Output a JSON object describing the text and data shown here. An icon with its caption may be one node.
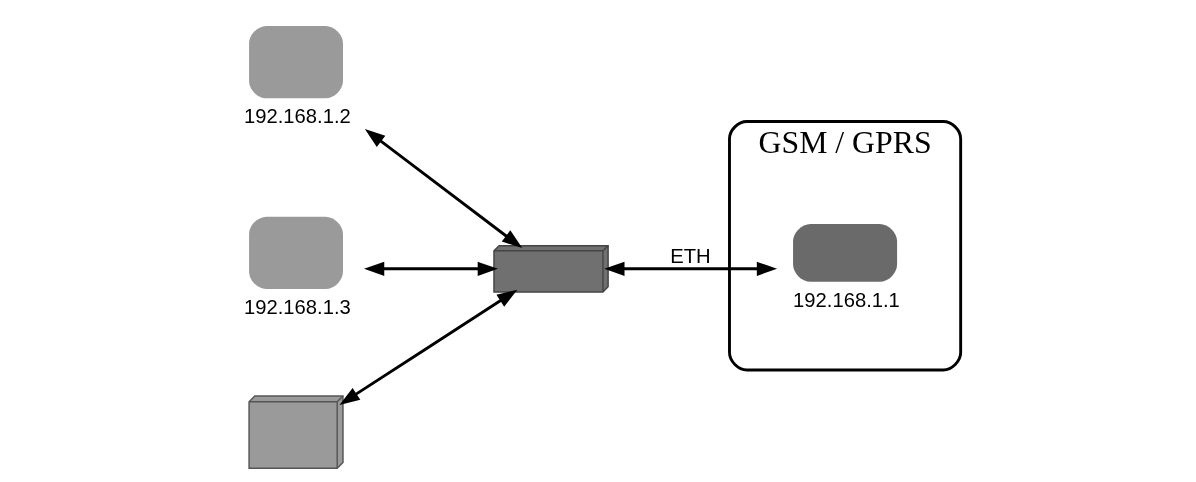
{
  "diagram": {
    "nodes": [
      {
        "text": [],
        "shape": "computer",
        "beside": [
          "192.168.1.2"
        ]
      },
      {
        "text": [],
        "shape": "computer",
        "beside": [
          "192.168.1.3"
        ]
      },
      {
        "text": [],
        "shape": "computer"
      },
      {
        "text": [],
        "shape": "switch"
      },
      {
        "text": [
          "GSM / GPRS"
        ]
      },
      {
        "text": [],
        "shape": "router",
        "in": 4,
        "beside": [
          "192.168.1.1"
        ]
      }
    ],
    "edges": [
      {
        "from": 0,
        "to": 3,
        "arrow": "both"
      },
      {
        "from": 1,
        "to": 3,
        "arrow": "both"
      },
      {
        "from": 2,
        "to": 3,
        "arrow": "both"
      },
      {
        "from": 3,
        "to": 5,
        "arrow": "both",
        "label": "ETH"
      }
    ]
  }
}
